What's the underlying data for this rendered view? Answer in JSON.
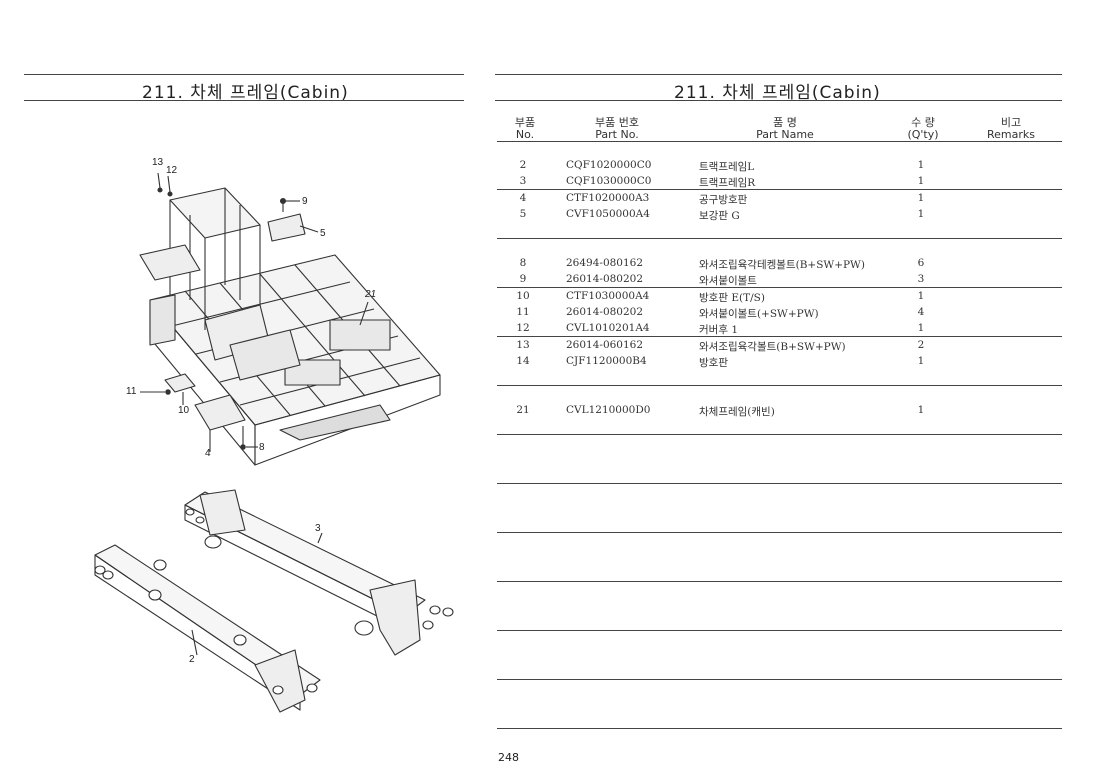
{
  "left_title": "211. 차체 프레임(Cabin)",
  "right_title": "211. 차체 프레임(Cabin)",
  "headers": {
    "no_kr": "부품",
    "no_en": "No.",
    "pn_kr": "부품 번호",
    "pn_en": "Part No.",
    "name_kr": "품 명",
    "name_en": "Part Name",
    "qty_kr": "수 량",
    "qty_en": "(Q'ty)",
    "rem_kr": "비고",
    "rem_en": "Remarks"
  },
  "rows": [
    {
      "no": "2",
      "part_no": "CQF1020000C0",
      "name": "트랙프레임L",
      "qty": "1"
    },
    {
      "no": "3",
      "part_no": "CQF1030000C0",
      "name": "트랙프레임R",
      "qty": "1"
    },
    {
      "no": "4",
      "part_no": "CTF1020000A3",
      "name": "공구방호판",
      "qty": "1"
    },
    {
      "no": "5",
      "part_no": "CVF1050000A4",
      "name": "보강판 G",
      "qty": "1"
    },
    {
      "no": "8",
      "part_no": "26494-080162",
      "name": "와셔조립육각테켕볼트(B+SW+PW)",
      "qty": "6"
    },
    {
      "no": "9",
      "part_no": "26014-080202",
      "name": "와셔붙이볼트",
      "qty": "3"
    },
    {
      "no": "10",
      "part_no": "CTF1030000A4",
      "name": "방호판 E(T/S)",
      "qty": "1"
    },
    {
      "no": "11",
      "part_no": "26014-080202",
      "name": "와셔붙이볼트(+SW+PW)",
      "qty": "4"
    },
    {
      "no": "12",
      "part_no": "CVL1010201A4",
      "name": "커버후 1",
      "qty": "1"
    },
    {
      "no": "13",
      "part_no": "26014-060162",
      "name": "와셔조립육각볼트(B+SW+PW)",
      "qty": "2"
    },
    {
      "no": "14",
      "part_no": "CJF1120000B4",
      "name": "방호판",
      "qty": "1"
    },
    {
      "no": "21",
      "part_no": "CVL1210000D0",
      "name": "차체프레임(캐빈)",
      "qty": "1"
    }
  ],
  "callouts": {
    "c13": "13",
    "c12": "12",
    "c9": "9",
    "c5": "5",
    "c21": "21",
    "c11": "11",
    "c10": "10",
    "c4": "4",
    "c8": "8",
    "c3": "3",
    "c2": "2"
  },
  "page_number": "248"
}
